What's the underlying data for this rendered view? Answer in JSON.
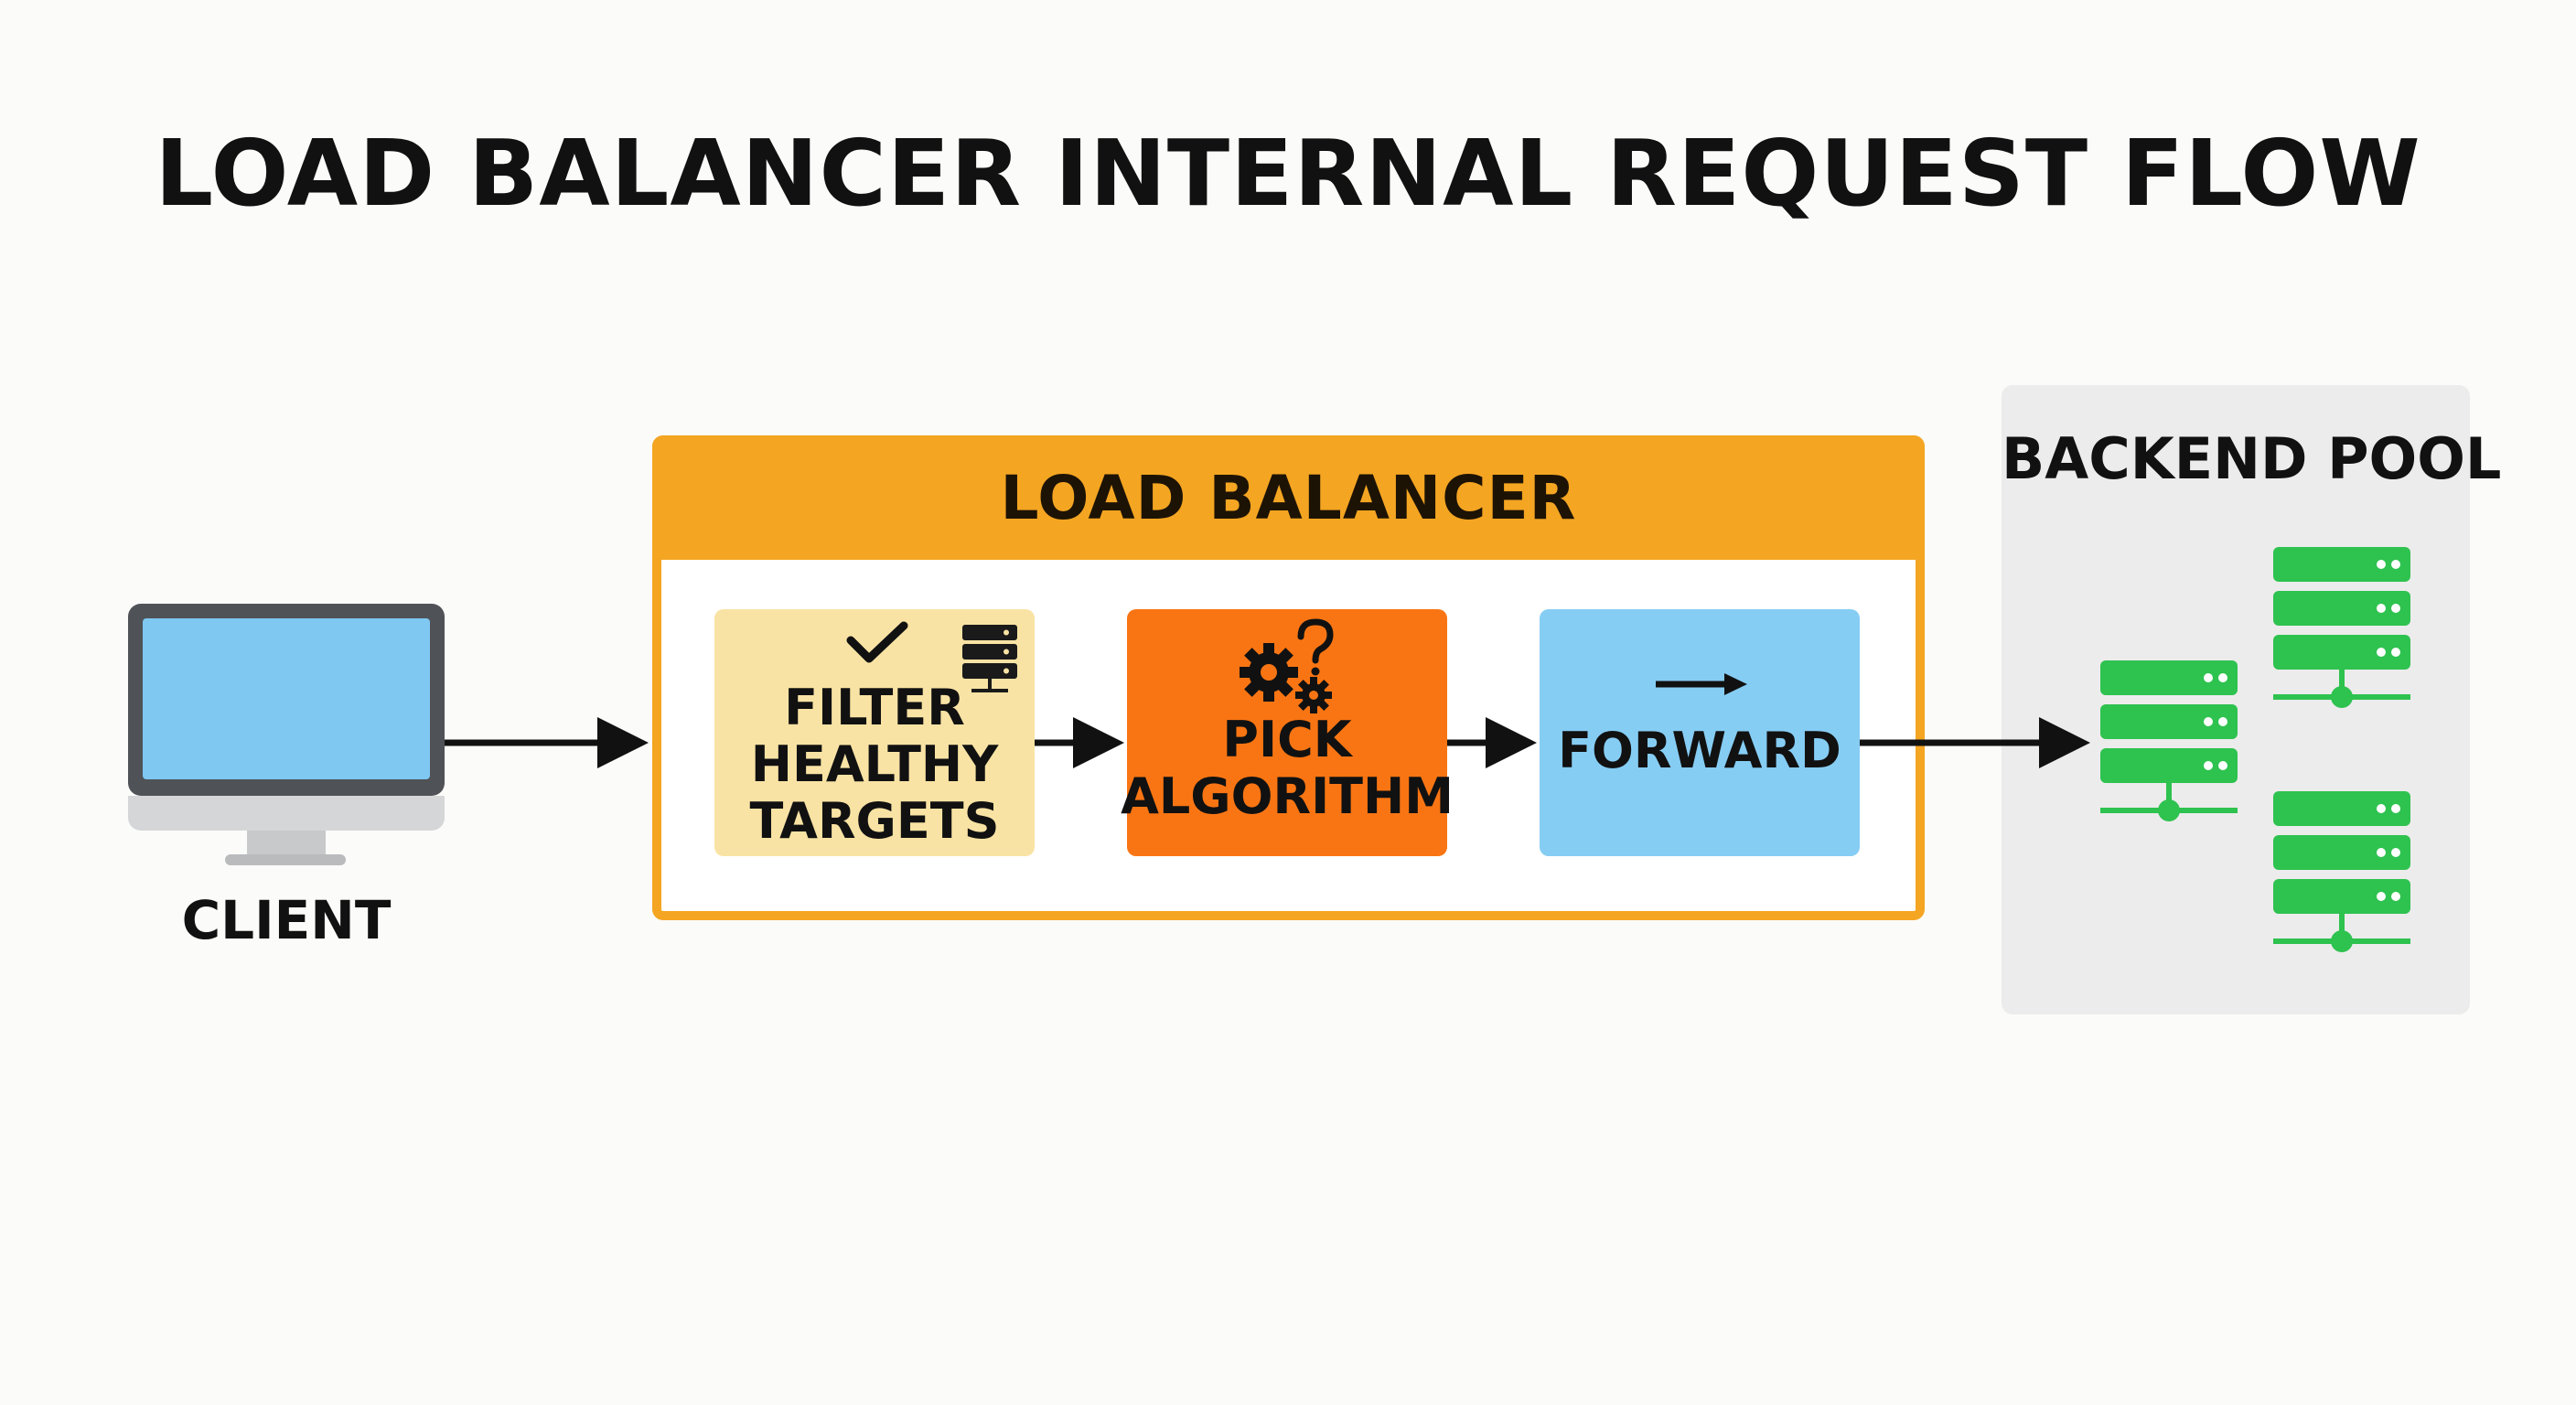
{
  "title": "LOAD BALANCER INTERNAL REQUEST FLOW",
  "client": {
    "label": "CLIENT",
    "icon": "monitor-icon"
  },
  "load_balancer": {
    "label": "LOAD BALANCER",
    "steps": [
      {
        "label": "FILTER\nHEALTHY\nTARGETS",
        "icons": [
          "checkmark-icon",
          "server-icon"
        ],
        "color": "#f9e3a4"
      },
      {
        "label": "PICK\nALGORITHM",
        "icons": [
          "gears-icon",
          "question-mark-icon"
        ],
        "color": "#f97513"
      },
      {
        "label": "FORWARD",
        "icons": [
          "arrow-right-icon"
        ],
        "color": "#86cdf4"
      }
    ]
  },
  "backend_pool": {
    "label": "BACKEND POOL",
    "server_count": 3,
    "icon": "server-icon",
    "color": "#2ec24f"
  },
  "colors": {
    "lb_accent": "#f4a522",
    "screen": "#7ec8f2",
    "arrow": "#111111"
  }
}
